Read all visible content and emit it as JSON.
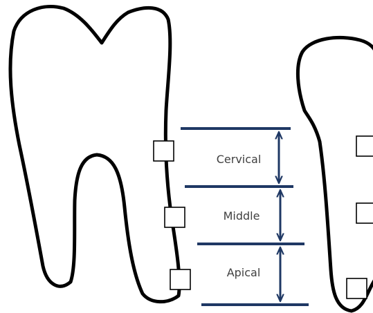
{
  "colors": {
    "background": "#ffffff",
    "tooth_outline": "#000000",
    "zone_lines": "#1f3864",
    "label_text": "#404040"
  },
  "zones": [
    {
      "label": "Cervical"
    },
    {
      "label": "Middle"
    },
    {
      "label": "Apical"
    }
  ]
}
